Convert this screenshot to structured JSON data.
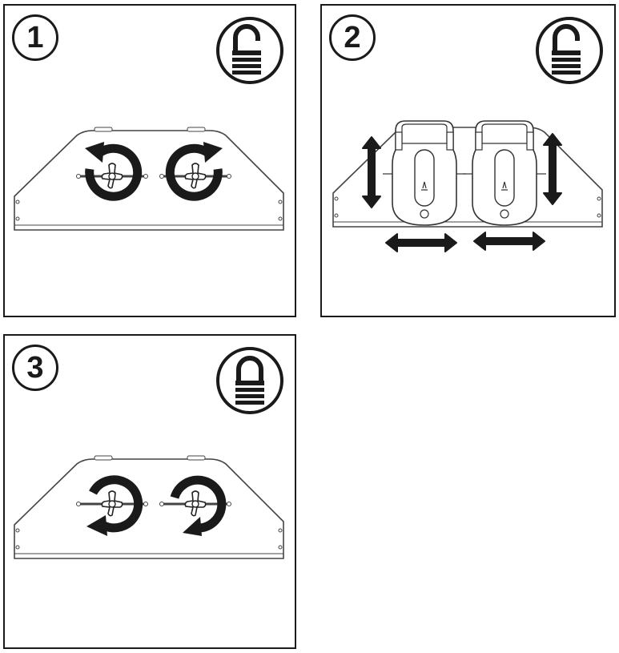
{
  "colors": {
    "ink": "#1a1a1a",
    "paper": "#ffffff",
    "line": "#444444"
  },
  "steps": [
    {
      "number": "1",
      "lock_state": "unlocked",
      "icon": "open-padlock-icon",
      "action": "turn-knobs-to-loosen"
    },
    {
      "number": "2",
      "lock_state": "unlocked",
      "icon": "open-padlock-icon",
      "action": "adjust-seat-position"
    },
    {
      "number": "3",
      "lock_state": "locked",
      "icon": "closed-padlock-icon",
      "action": "turn-knobs-to-tighten"
    }
  ]
}
